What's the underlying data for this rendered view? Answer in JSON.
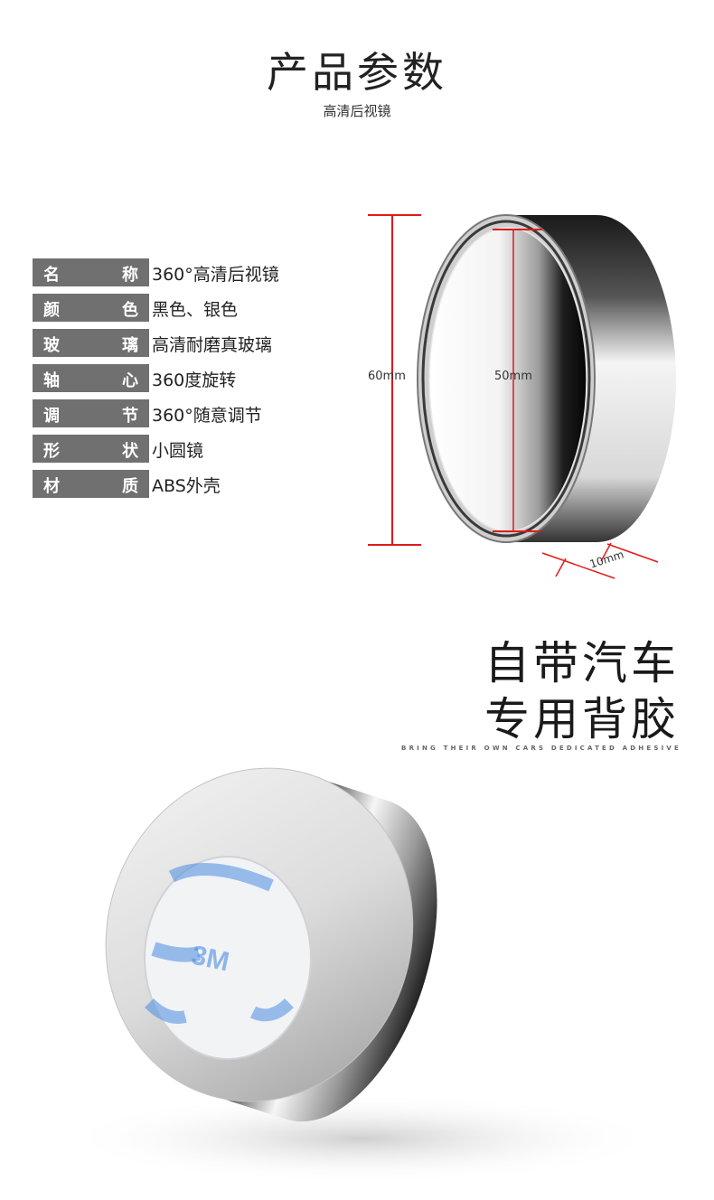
{
  "header": {
    "title": "产品参数",
    "subtitle": "高清后视镜"
  },
  "specs": [
    {
      "label_a": "名",
      "label_b": "称",
      "value": "360°高清后视镜"
    },
    {
      "label_a": "颜",
      "label_b": "色",
      "value": "黑色、银色"
    },
    {
      "label_a": "玻",
      "label_b": "璃",
      "value": "高清耐磨真玻璃"
    },
    {
      "label_a": "轴",
      "label_b": "心",
      "value": "360度旋转"
    },
    {
      "label_a": "调",
      "label_b": "节",
      "value": "360°随意调节"
    },
    {
      "label_a": "形",
      "label_b": "状",
      "value": "小圆镜"
    },
    {
      "label_a": "材",
      "label_b": "质",
      "value": "ABS外壳"
    }
  ],
  "dimensions": {
    "outer": "60mm",
    "inner": "50mm",
    "depth": "10mm"
  },
  "adhesive": {
    "line1": "自带汽车",
    "line2": "专用背胶",
    "tagline": "BRING THEIR OWN CARS DEDICATED ADHESIVE",
    "brand_mark": "3M"
  },
  "colors": {
    "label_bg": "#707070",
    "dimension_red": "#e21a1a",
    "tape_blue": "#4a8de0"
  }
}
